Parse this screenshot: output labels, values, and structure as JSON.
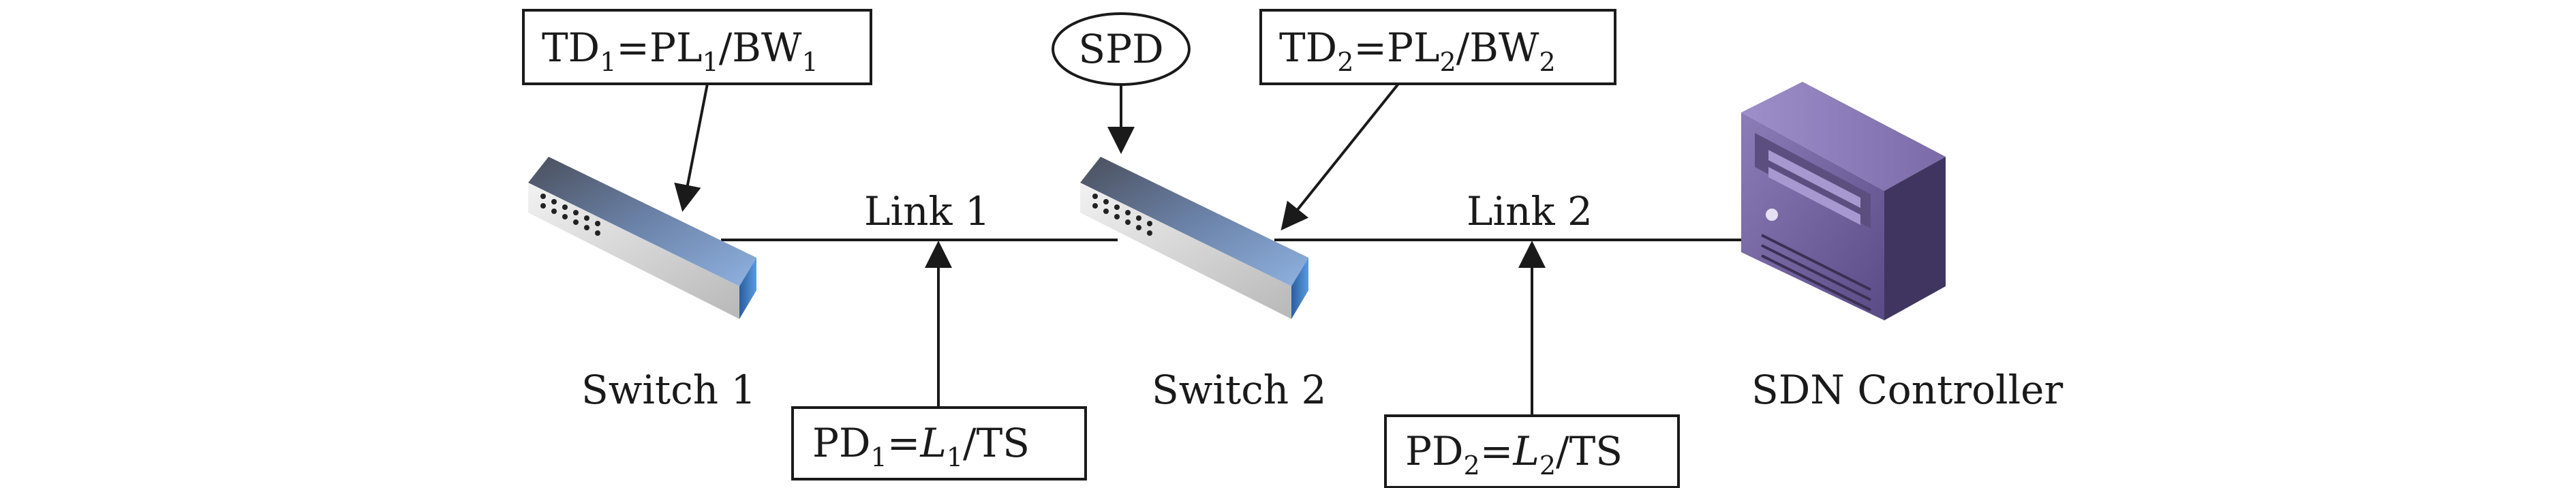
{
  "nodes": {
    "switch1": {
      "label": "Switch 1",
      "icon": "network-switch-icon"
    },
    "switch2": {
      "label": "Switch 2",
      "icon": "network-switch-icon"
    },
    "controller": {
      "label": "SDN Controller",
      "icon": "server-tower-icon"
    }
  },
  "links": {
    "link1": "Link 1",
    "link2": "Link 2"
  },
  "annotations": {
    "td1": {
      "lhs": "TD",
      "lhs_sub": "1",
      "eq": "=",
      "a": "PL",
      "a_sub": "1",
      "slash": "/",
      "b": "BW",
      "b_sub": "1"
    },
    "td2": {
      "lhs": "TD",
      "lhs_sub": "2",
      "eq": "=",
      "a": "PL",
      "a_sub": "2",
      "slash": "/",
      "b": "BW",
      "b_sub": "2"
    },
    "pd1": {
      "lhs": "PD",
      "lhs_sub": "1",
      "eq": "=",
      "a": "L",
      "a_sub": "1",
      "rest": "/TS"
    },
    "pd2": {
      "lhs": "PD",
      "lhs_sub": "2",
      "eq": "=",
      "a": "L",
      "a_sub": "2",
      "rest": "/TS"
    },
    "spd": "SPD"
  },
  "colors": {
    "switch_top": "#5b6f90",
    "switch_face": "#dcdcdc",
    "switch_end": "#3b78c2",
    "server_front": "#6b5c95",
    "server_side": "#3f3560",
    "line": "#1a1a1a"
  }
}
